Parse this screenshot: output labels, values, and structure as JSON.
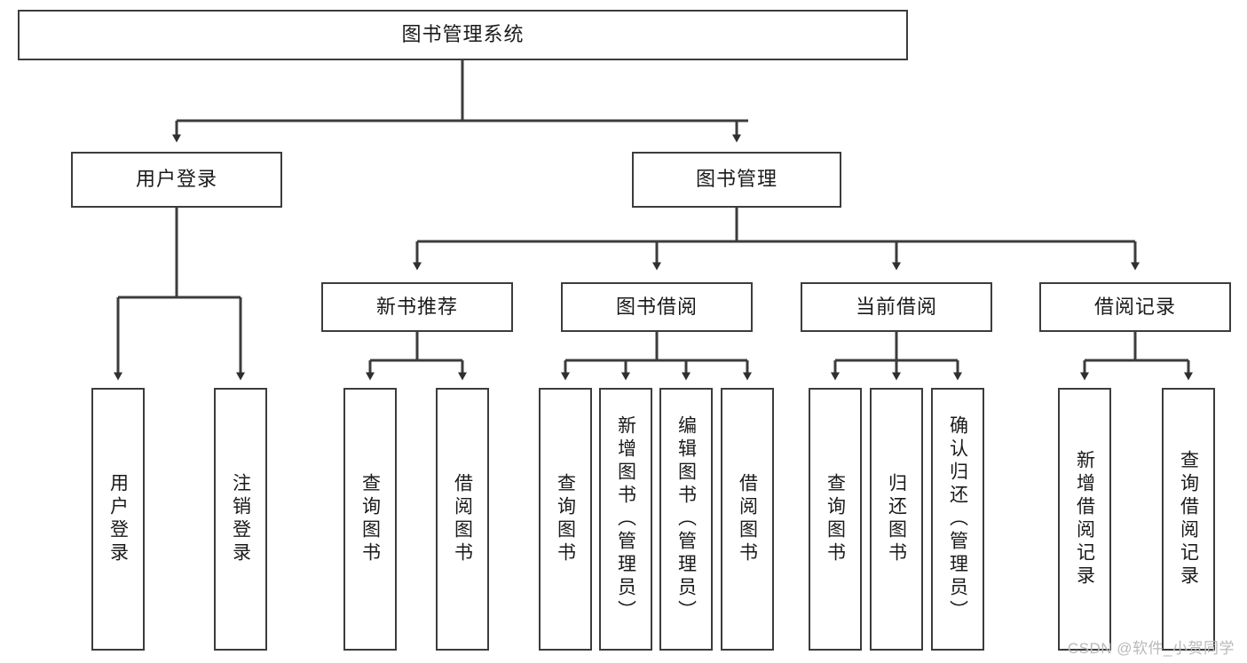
{
  "diagram": {
    "type": "hierarchy-tree",
    "title": "图书管理系统",
    "levels": {
      "root": {
        "label": "图书管理系统"
      },
      "level2": [
        {
          "label": "用户登录"
        },
        {
          "label": "图书管理"
        }
      ],
      "level3": [
        {
          "label": "新书推荐"
        },
        {
          "label": "图书借阅"
        },
        {
          "label": "当前借阅"
        },
        {
          "label": "借阅记录"
        }
      ],
      "leaves": {
        "user_login": [
          {
            "label": "用户登录"
          },
          {
            "label": "注销登录"
          }
        ],
        "new_book_recommend": [
          {
            "label": "查询图书"
          },
          {
            "label": "借阅图书"
          }
        ],
        "book_borrow": [
          {
            "label": "查询图书"
          },
          {
            "label": "新增图书（管理员）"
          },
          {
            "label": "编辑图书（管理员）"
          },
          {
            "label": "借阅图书"
          }
        ],
        "current_borrow": [
          {
            "label": "查询图书"
          },
          {
            "label": "归还图书"
          },
          {
            "label": "确认归还（管理员）"
          }
        ],
        "borrow_records": [
          {
            "label": "新增借阅记录"
          },
          {
            "label": "查询借阅记录"
          }
        ]
      }
    },
    "watermark": "CSDN @软件_小贺同学",
    "colors": {
      "stroke": "#3c3c3c",
      "fill": "#ffffff",
      "text": "#1a1a1a",
      "watermark": "#b9b9b9"
    }
  }
}
